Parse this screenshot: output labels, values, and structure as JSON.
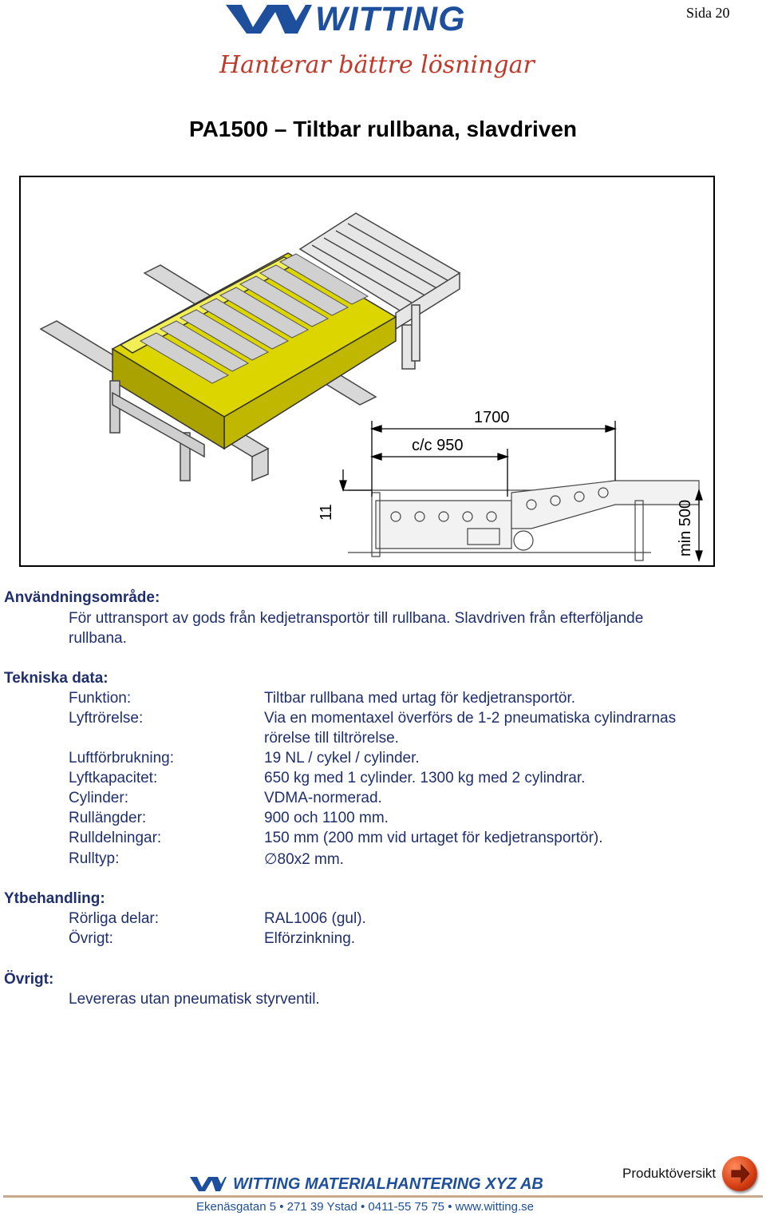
{
  "header": {
    "brand": "WITTING",
    "tagline": "Hanterar bättre lösningar",
    "page_label": "Sida 20",
    "brand_color": "#1d4f9c",
    "tagline_color": "#c0392b"
  },
  "title": "PA1500 – Tiltbar rullbana, slavdriven",
  "figure": {
    "dim_overall": "1700",
    "dim_cc": "c/c 950",
    "dim_left_height": "11",
    "dim_min_height": "min 500",
    "frame_color": "#c8c400"
  },
  "sections": {
    "usage": {
      "heading": "Användningsområde:",
      "line1": "För uttransport av gods från kedjetransportör till rullbana. Slavdriven från efterföljande",
      "line2": "rullbana."
    },
    "tech": {
      "heading": "Tekniska data:",
      "rows": [
        {
          "label": "Funktion:",
          "value": "Tiltbar rullbana med urtag för kedjetransportör."
        },
        {
          "label": "Lyftrörelse:",
          "value": "Via en momentaxel överförs de 1-2 pneumatiska cylindrarnas",
          "value2": "rörelse till tiltrörelse."
        },
        {
          "label": "Luftförbrukning:",
          "value": "19 NL / cykel / cylinder."
        },
        {
          "label": "Lyftkapacitet:",
          "value": "650 kg med 1 cylinder. 1300 kg med 2 cylindrar."
        },
        {
          "label": "Cylinder:",
          "value": "VDMA-normerad."
        },
        {
          "label": "Rullängder:",
          "value": "900 och 1100 mm."
        },
        {
          "label": "Rulldelningar:",
          "value": "150 mm (200 mm vid urtaget för kedjetransportör)."
        },
        {
          "label": "Rulltyp:",
          "value": "∅80x2 mm."
        }
      ]
    },
    "surface": {
      "heading": "Ytbehandling:",
      "rows": [
        {
          "label": "Rörliga delar:",
          "value": "RAL1006 (gul)."
        },
        {
          "label": "Övrigt:",
          "value": "Elförzinkning."
        }
      ]
    },
    "other": {
      "heading": "Övrigt:",
      "line": "Levereras utan pneumatisk styrventil."
    }
  },
  "footer": {
    "brand": "WITTING MATERIALHANTERING XYZ AB",
    "address": "Ekenäsgatan 5 • 271 39 Ystad • 0411-55 75 75 • www.witting.se",
    "nav_label": "Produktöversikt"
  }
}
